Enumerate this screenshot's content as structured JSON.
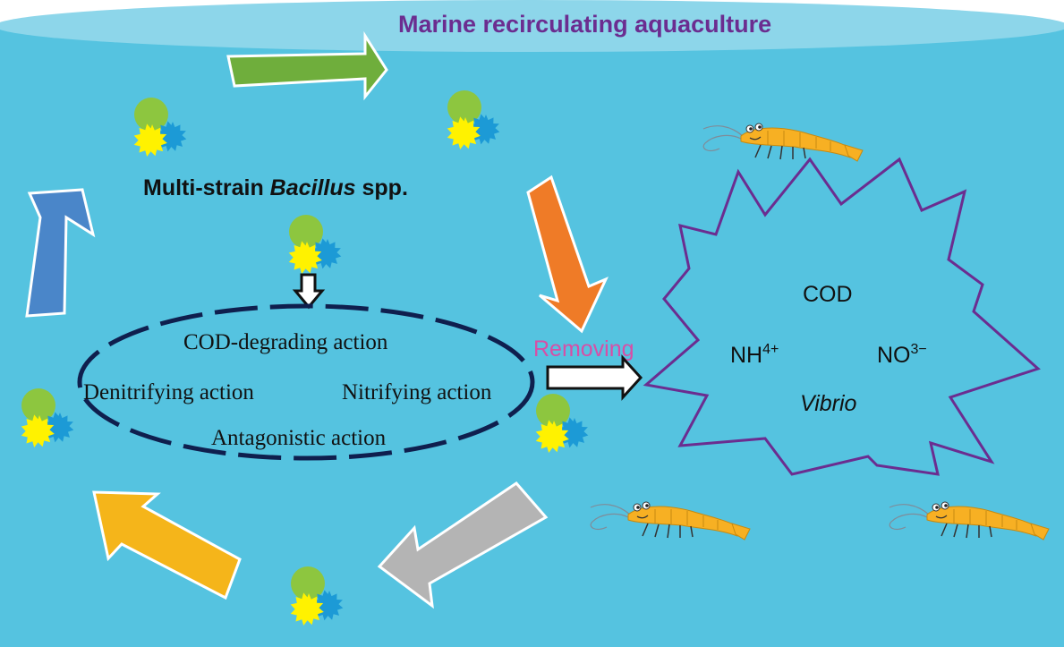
{
  "title": "Marine recirculating aquaculture",
  "bacillus_label": {
    "prefix": "Multi-strain",
    "genus": "Bacillus",
    "suffix": "spp."
  },
  "actions": {
    "cod": "COD-degrading action",
    "denitrifying": "Denitrifying action",
    "nitrifying": "Nitrifying action",
    "antagonistic": "Antagonistic action"
  },
  "removing_label": "Removing",
  "pollutants": {
    "cod": "COD",
    "nh4_base": "NH",
    "nh4_sup": "4+",
    "no3_base": "NO",
    "no3_sup": "3−",
    "vibrio": "Vibrio"
  },
  "colors": {
    "water": "#55c3e0",
    "water_top": "#8dd6ea",
    "title": "#6b2d90",
    "removing": "#d84ea6",
    "star_outline": "#6b2d90",
    "green_arrow": "#6fae3c",
    "orange_arrow": "#ef7b27",
    "gray_arrow": "#b4b4b4",
    "yellow_arrow": "#f5b51a",
    "blue_arrow": "#4a86c9",
    "microbe_green": "#8dc63f",
    "microbe_yellow": "#fff200",
    "microbe_blue": "#1c9ad6",
    "shrimp": "#f7b023"
  }
}
